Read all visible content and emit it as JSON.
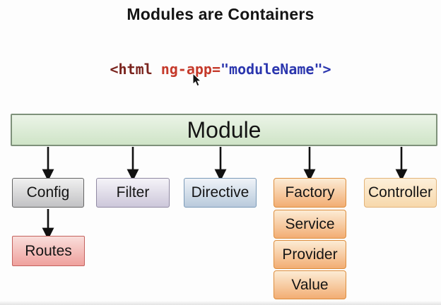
{
  "title": "Modules are Containers",
  "code": {
    "tag": "<html",
    "attr": " ng-app=",
    "value": "\"moduleName\">"
  },
  "module": {
    "label": "Module"
  },
  "boxes": {
    "config": "Config",
    "filter": "Filter",
    "directive": "Directive",
    "factory": "Factory",
    "controller": "Controller",
    "routes": "Routes",
    "service": "Service",
    "provider": "Provider",
    "value": "Value"
  },
  "colors": {
    "bg": "#fdfdfd",
    "text": "#141414",
    "arrow": "#111111",
    "code-tag": "#7a241e",
    "code-attr": "#c53a2b",
    "code-value": "#2b36ae",
    "module-top": "#ebf4e7",
    "module-bottom": "#cfe4c7",
    "module-border": "#7e917a",
    "gray-top": "#f0f0f0",
    "gray-bottom": "#c2c2c4",
    "gray-border": "#646464",
    "purple-top": "#f5f3f8",
    "purple-bottom": "#cdc7da",
    "purple-border": "#9089a2",
    "blue-top": "#eff3f8",
    "blue-bottom": "#b9cadc",
    "blue-border": "#7b9ab8",
    "orange-top": "#fcecd5",
    "orange-bottom": "#f2ad73",
    "orange-border": "#dd8e3e",
    "peach-top": "#fdf0da",
    "peach-bottom": "#f7d8ab",
    "peach-border": "#e2b379",
    "pink-top": "#f9dedb",
    "pink-bottom": "#efa19d",
    "pink-border": "#c4625e"
  }
}
